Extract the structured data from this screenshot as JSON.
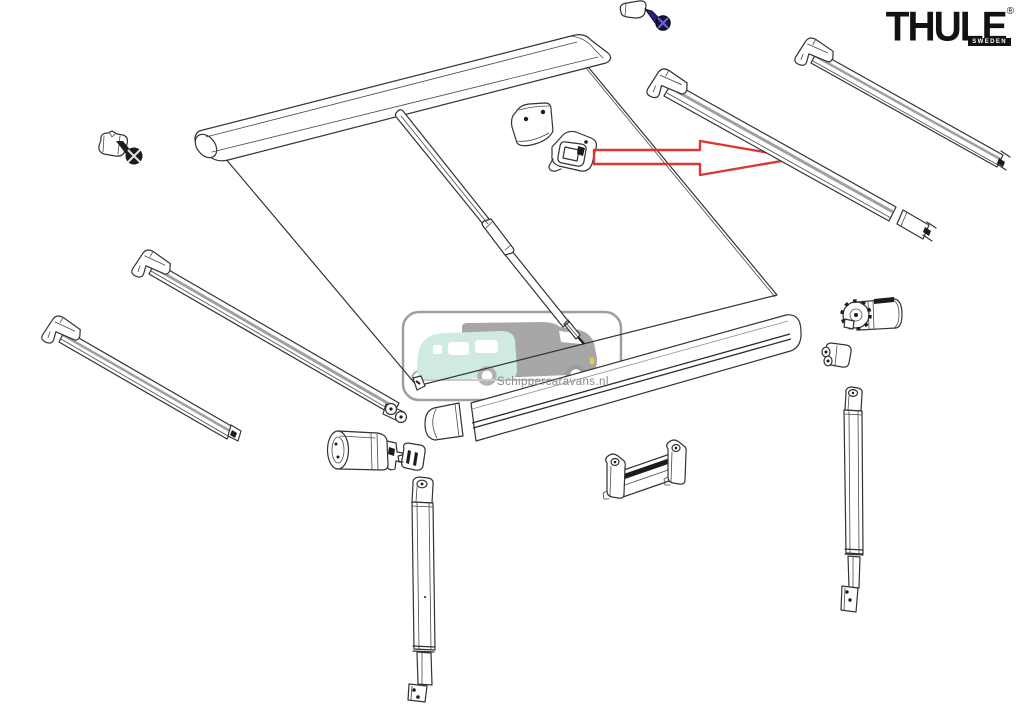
{
  "page": {
    "background_color": "#ffffff"
  },
  "brand": {
    "logo_text": "THULE",
    "logo_sub_text": "SWEDEN",
    "registered_symbol": "®",
    "logo_color": "#121212"
  },
  "watermark": {
    "site_text": "Schippercaravans.nl",
    "text_color": "#8a8a8a",
    "frame_color": "#9f9f9f",
    "caravan_fill": "#cfe9e3",
    "motorhome_fill": "#a7a7a7",
    "wheel_ring_color": "#b3b3b3",
    "headlight_fill": "#e4cd52"
  },
  "annotation_arrow": {
    "color": "#da3832"
  },
  "diagram": {
    "stroke_color": "#333333",
    "rail_stripe_color": "#a0a0a0",
    "dark_fill_color": "#1c1c1c",
    "blue_screw_color": "#23237d",
    "parts": [
      "case-profile",
      "awning-fabric",
      "tension-rafter",
      "wall-bracket-plate",
      "lock-bracket",
      "end-cap-with-screw",
      "cap-with-blue-screw",
      "support-rail-left-upper",
      "support-rail-left-lower",
      "support-rail-right-upper",
      "support-rail-right-lower",
      "gear-drive-unit",
      "clamp-block",
      "double-post-bracket",
      "left-support-arm",
      "right-support-arm",
      "gear-end-cap",
      "connector-block",
      "lead-rail"
    ]
  }
}
